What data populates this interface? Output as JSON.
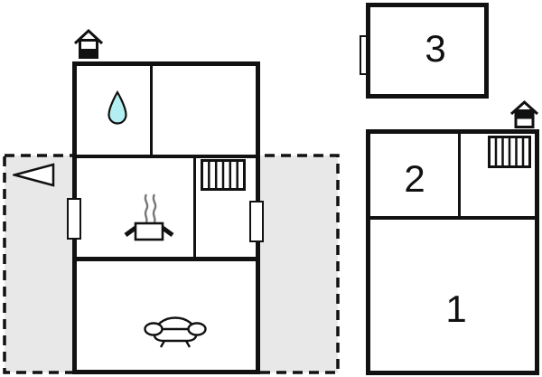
{
  "floorplan": {
    "rooms": [
      {
        "id": "room-1",
        "label": "1"
      },
      {
        "id": "room-2",
        "label": "2"
      },
      {
        "id": "room-3",
        "label": "3"
      }
    ],
    "icons": [
      {
        "name": "chimney-icon-left",
        "meaning": "chimney / fireplace marker on main building"
      },
      {
        "name": "chimney-icon-right",
        "meaning": "chimney / fireplace marker on right building"
      },
      {
        "name": "water-drop-icon",
        "meaning": "bathroom / water point"
      },
      {
        "name": "radiator-icon-main",
        "meaning": "radiator in main building"
      },
      {
        "name": "radiator-icon-right",
        "meaning": "radiator in right building"
      },
      {
        "name": "cooking-pot-icon",
        "meaning": "kitchen / stove"
      },
      {
        "name": "sofa-icon",
        "meaning": "living room seating"
      },
      {
        "name": "entrance-arrow-icon",
        "meaning": "direction arrow on terrace"
      }
    ],
    "colors": {
      "wall": "#111111",
      "terrace_fill": "#e8e8e8",
      "water_drop_fill": "#b3eef2",
      "steam_stroke": "#777777"
    }
  }
}
